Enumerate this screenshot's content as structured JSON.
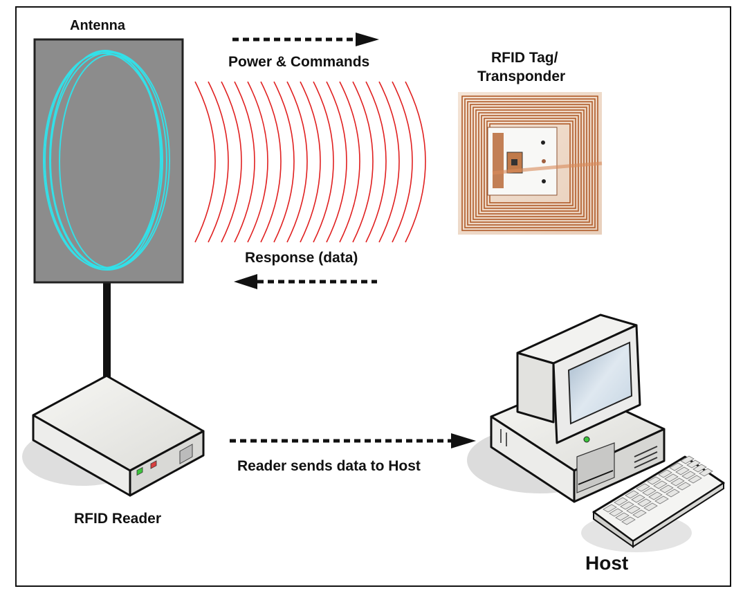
{
  "labels": {
    "antenna": "Antenna",
    "power_commands": "Power & Commands",
    "tag_line1": "RFID Tag/",
    "tag_line2": "Transponder",
    "response": "Response (data)",
    "reader_sends": "Reader sends data  to Host",
    "rfid_reader": "RFID Reader",
    "host": "Host"
  },
  "colors": {
    "antenna_panel": "#8c8c8c",
    "antenna_coil": "#33e0e8",
    "rf_waves": "#e02020",
    "tag_copper": "#c8703c",
    "arrow": "#111111"
  },
  "icons": {
    "antenna": "antenna-panel",
    "tag": "rfid-tag-image",
    "reader": "reader-box",
    "host": "desktop-computer-icon"
  }
}
